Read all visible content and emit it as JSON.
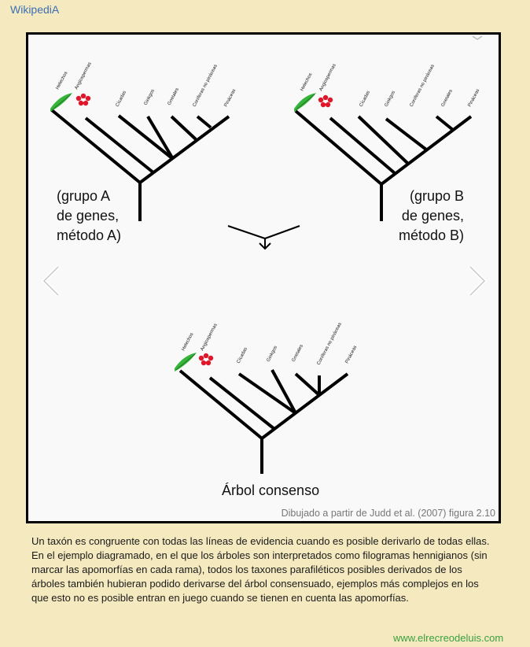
{
  "brand": "WikipediA",
  "diagram": {
    "taxa_a": [
      "Helechos",
      "Angiospermas",
      "Cícadas",
      "Ginkgos",
      "Gnetales",
      "Coníferas no pináceas",
      "Pináceas"
    ],
    "taxa_b": [
      "Helechos",
      "Angiospermas",
      "Cícadas",
      "Ginkgos",
      "Coníferas no pináceas",
      "Gnetales",
      "Pináceas"
    ],
    "taxa_c": [
      "Helechos",
      "Angiospermas",
      "Cícadas",
      "Ginkgos",
      "Gnetales",
      "Coníferas no pináceas",
      "Pináceas"
    ],
    "label_a": [
      "(grupo A",
      "de genes,",
      "método A)"
    ],
    "label_b": [
      "(grupo B",
      "de genes,",
      "método B)"
    ],
    "consensus_label": "Árbol consenso",
    "credit": "Dibujado a partir de Judd et al. (2007) figura 2.10"
  },
  "caption": "Un taxón es congruente con todas las líneas de evidencia cuando es posible derivarlo de todas ellas. En el ejemplo diagramado, en el que los árboles son interpretados como filogramas hennigianos (sin marcar las apomorfías en cada rama), todos los taxones parafiléticos posibles derivados de los árboles también hubieran podido derivarse del árbol consensuado, ejemplos más complejos en los que esto no es posible entran en juego cuando se tienen en cuenta las apomorfías.",
  "footer": "www.elrecreodeluis.com"
}
